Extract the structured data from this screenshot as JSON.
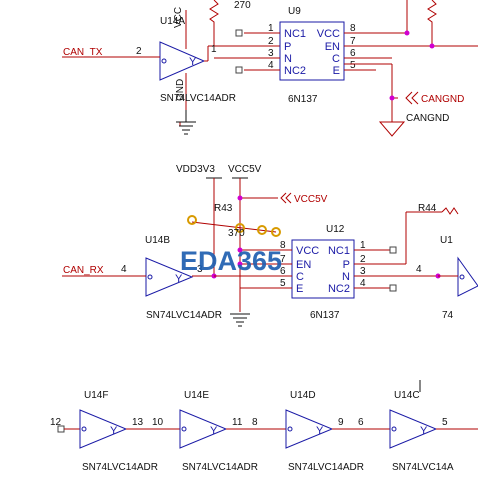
{
  "top": {
    "resistor_value": "270",
    "gate_ref": "U14A",
    "gate_part": "SN74LVC14ADR",
    "gate_in_pin": "2",
    "gate_out_pin": "1",
    "gate_gnd_pin": "GND",
    "gate_vcc_pin": "VCC",
    "gate_out_label": "Y",
    "net_can_tx": "CAN_TX",
    "opto_ref": "U9",
    "opto_part": "6N137",
    "opto_left_pins": [
      "1",
      "2",
      "3",
      "4"
    ],
    "opto_left_labels": [
      "NC1",
      "P",
      "N",
      "NC2"
    ],
    "opto_right_pins": [
      "8",
      "7",
      "6",
      "5"
    ],
    "opto_right_labels": [
      "VCC",
      "EN",
      "C",
      "E"
    ],
    "net_cangnd": "CANGND",
    "net_cangnd_label": "CANGND"
  },
  "middle": {
    "vdd_label": "VDD3V3",
    "vcc_label": "VCC5V",
    "vcc_port": "VCC5V",
    "resistor_ref": "R43",
    "resistor_value": "370",
    "gate_ref": "U14B",
    "gate_part": "SN74LVC14ADR",
    "gate_in_pin": "4",
    "gate_out_pin": "3",
    "gate_out_label": "Y",
    "net_can_rx": "CAN_RX",
    "opto_ref": "U12",
    "opto_part": "6N137",
    "opto_left_pins": [
      "8",
      "7",
      "6",
      "5"
    ],
    "opto_left_labels": [
      "VCC",
      "EN",
      "C",
      "E"
    ],
    "opto_right_pins": [
      "1",
      "2",
      "3",
      "4"
    ],
    "opto_right_labels": [
      "NC1",
      "P",
      "N",
      "NC2"
    ],
    "r44_ref": "R44",
    "right_gate_ref": "U1",
    "right_gate_pin": "4",
    "right_gate_part": "74",
    "watermark": "EDA365"
  },
  "bottom": {
    "input_pin": "12",
    "gates": [
      {
        "ref": "U14F",
        "in": "13",
        "out": "10",
        "label": "Y",
        "part": "SN74LVC14ADR"
      },
      {
        "ref": "U14E",
        "in": "11",
        "out": "8",
        "label": "Y",
        "part": "SN74LVC14ADR"
      },
      {
        "ref": "U14D",
        "in": "9",
        "out": "6",
        "label": "Y",
        "part": "SN74LVC14ADR"
      },
      {
        "ref": "U14C",
        "in": "5",
        "out": "",
        "label": "Y",
        "part": "SN74LVC14A"
      }
    ]
  },
  "colors": {
    "wire": "#b00000",
    "body": "#1a1aa6",
    "junction": "#d000d0",
    "watermark": "#1f5fb0"
  }
}
